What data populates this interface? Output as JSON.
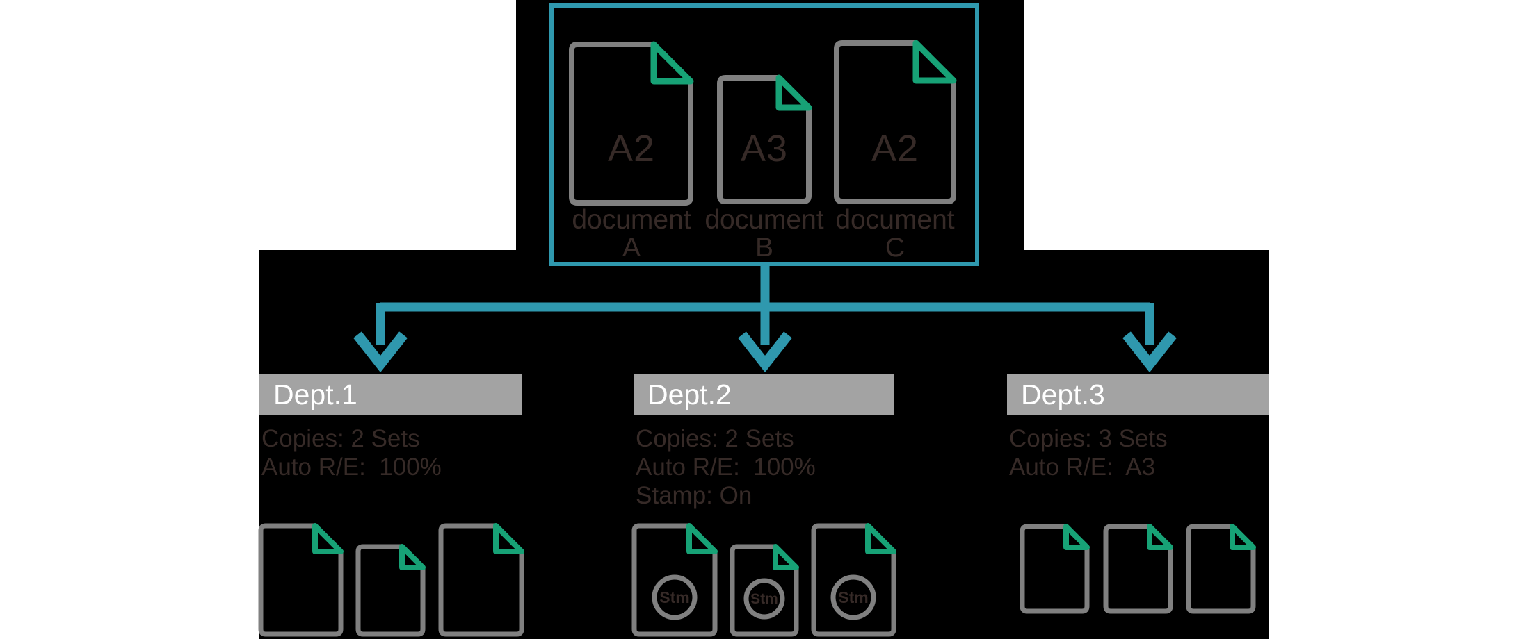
{
  "source_box": {
    "documents": [
      {
        "size": "A2",
        "name_line1": "document",
        "name_line2": "A"
      },
      {
        "size": "A3",
        "name_line1": "document",
        "name_line2": "B"
      },
      {
        "size": "A2",
        "name_line1": "document",
        "name_line2": "C"
      }
    ]
  },
  "departments": [
    {
      "title": "Dept.1",
      "settings": [
        "Copies: 2 Sets",
        "Auto R/E:  100%"
      ]
    },
    {
      "title": "Dept.2",
      "settings": [
        "Copies: 2 Sets",
        "Auto R/E:  100%",
        "Stamp: On"
      ],
      "stamp_label": "Stm"
    },
    {
      "title": "Dept.3",
      "settings": [
        "Copies: 3 Sets",
        "Auto R/E:  A3"
      ]
    }
  ],
  "colors": {
    "arrow_teal": "#2F98AE",
    "fold_green": "#17A276",
    "doc_border_gray": "#808080",
    "dept_bar_gray": "#A3A3A3",
    "dark_text": "#362A27",
    "dept_title_white": "#FFFFFF"
  }
}
